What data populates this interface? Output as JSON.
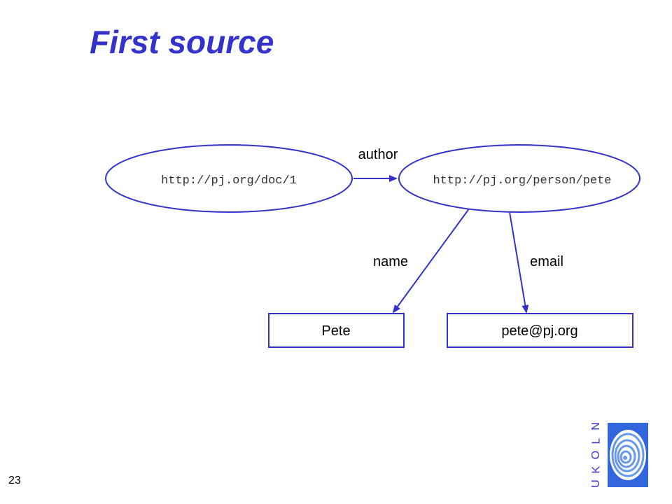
{
  "slide": {
    "title": "First source",
    "page_number": "23"
  },
  "diagram": {
    "nodes": {
      "doc": {
        "label": "http://pj.org/doc/1",
        "shape": "ellipse"
      },
      "person": {
        "label": "http://pj.org/person/pete",
        "shape": "ellipse"
      },
      "pete": {
        "label": "Pete",
        "shape": "rectangle"
      },
      "email": {
        "label": "pete@pj.org",
        "shape": "rectangle"
      }
    },
    "edges": {
      "author": {
        "label": "author",
        "from": "doc",
        "to": "person"
      },
      "name": {
        "label": "name",
        "from": "person",
        "to": "pete"
      },
      "email": {
        "label": "email",
        "from": "person",
        "to": "email"
      }
    }
  },
  "logo": {
    "letters": [
      "N",
      "L",
      "O",
      "K",
      "U"
    ]
  },
  "colors": {
    "accent": "#3333cc",
    "node_fill": "#ffffff",
    "text": "#000000"
  }
}
